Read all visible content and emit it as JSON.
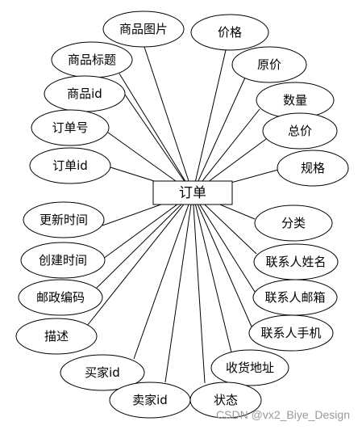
{
  "entity": {
    "label": "订单"
  },
  "attributes": [
    {
      "id": "product-image",
      "label": "商品图片"
    },
    {
      "id": "price",
      "label": "价格"
    },
    {
      "id": "product-title",
      "label": "商品标题"
    },
    {
      "id": "original-price",
      "label": "原价"
    },
    {
      "id": "product-id",
      "label": "商品id"
    },
    {
      "id": "quantity",
      "label": "数量"
    },
    {
      "id": "order-number",
      "label": "订单号"
    },
    {
      "id": "total-price",
      "label": "总价"
    },
    {
      "id": "order-id",
      "label": "订单id"
    },
    {
      "id": "spec",
      "label": "规格"
    },
    {
      "id": "update-time",
      "label": "更新时间"
    },
    {
      "id": "category",
      "label": "分类"
    },
    {
      "id": "create-time",
      "label": "创建时间"
    },
    {
      "id": "contact-name",
      "label": "联系人姓名"
    },
    {
      "id": "postal-code",
      "label": "邮政编码"
    },
    {
      "id": "contact-email",
      "label": "联系人邮箱"
    },
    {
      "id": "description",
      "label": "描述"
    },
    {
      "id": "contact-phone",
      "label": "联系人手机"
    },
    {
      "id": "buyer-id",
      "label": "买家id"
    },
    {
      "id": "shipping-address",
      "label": "收货地址"
    },
    {
      "id": "seller-id",
      "label": "卖家id"
    },
    {
      "id": "status",
      "label": "状态"
    }
  ],
  "watermark": "CSDN @vx2_Biye_Design"
}
